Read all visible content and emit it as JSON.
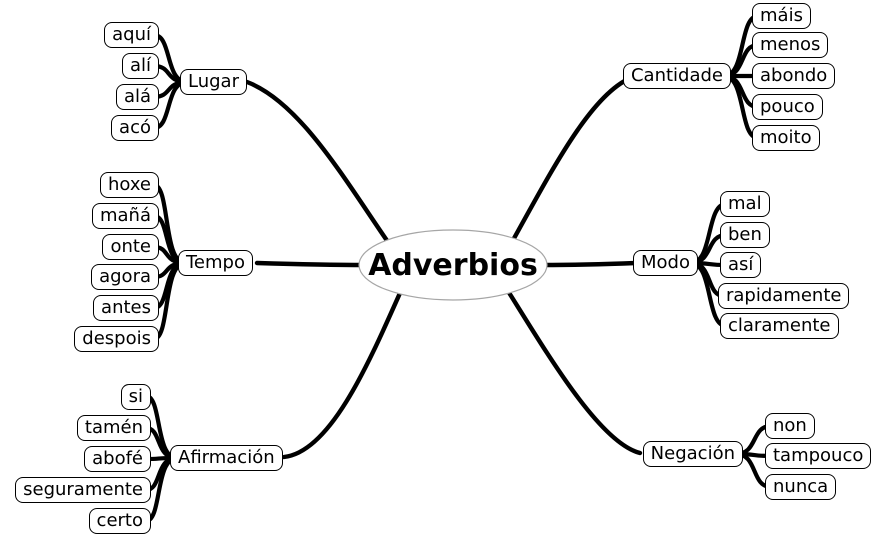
{
  "title": "Adverbios",
  "branches": [
    {
      "label": "Lugar",
      "children": [
        "aquí",
        "alí",
        "alá",
        "acó"
      ]
    },
    {
      "label": "Tempo",
      "children": [
        "hoxe",
        "mañá",
        "onte",
        "agora",
        "antes",
        "despois"
      ]
    },
    {
      "label": "Afirmación",
      "children": [
        "si",
        "tamén",
        "abofé",
        "seguramente",
        "certo"
      ]
    },
    {
      "label": "Cantidade",
      "children": [
        "máis",
        "menos",
        "abondo",
        "pouco",
        "moito"
      ]
    },
    {
      "label": "Modo",
      "children": [
        "mal",
        "ben",
        "así",
        "rapidamente",
        "claramente"
      ]
    },
    {
      "label": "Negación",
      "children": [
        "non",
        "tampouco",
        "nunca"
      ]
    }
  ],
  "colors": {
    "background": "#ffffff",
    "edge": "#000000",
    "node_border": "#000000",
    "node_background": "#ffffff",
    "ellipse_border": "#a6a6a6",
    "text": "#000000"
  }
}
